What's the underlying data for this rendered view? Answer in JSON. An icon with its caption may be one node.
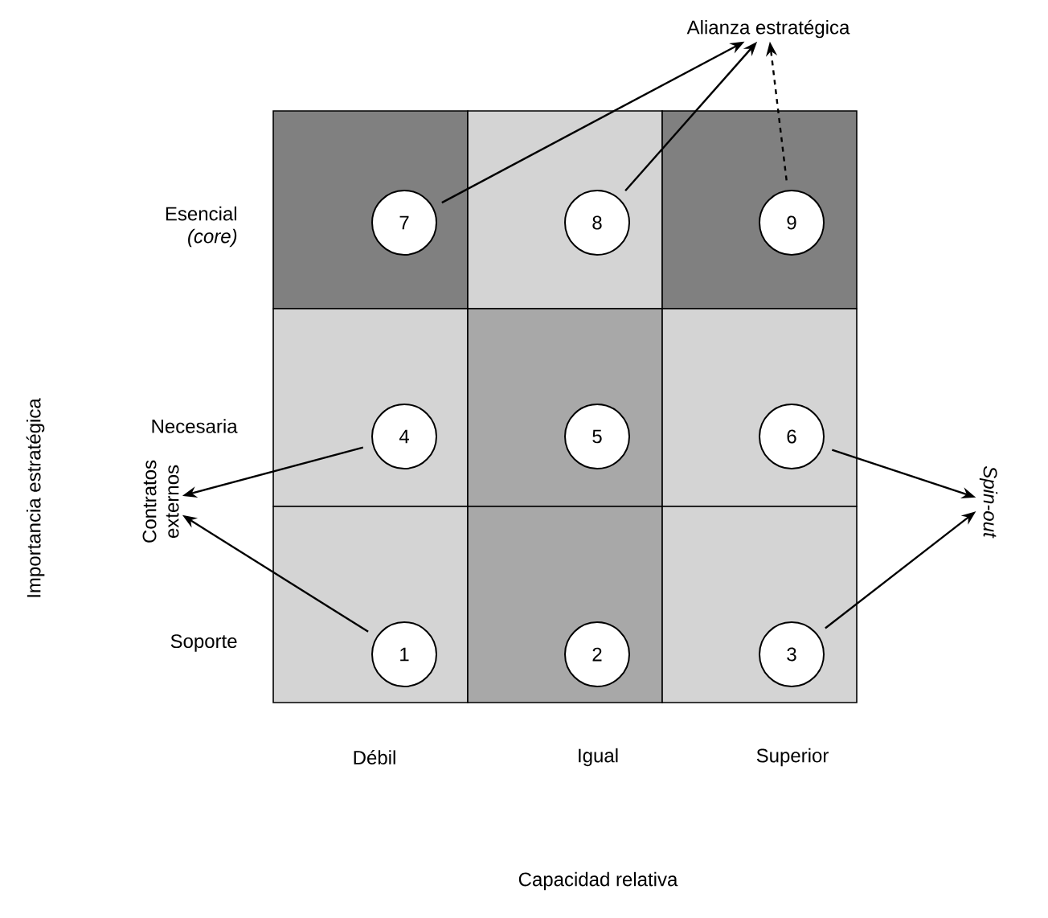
{
  "diagram": {
    "nodes": [
      {
        "text": [],
        "shape": "box"
      },
      {
        "text": [],
        "shape": "box"
      },
      {
        "text": [],
        "shape": "box"
      },
      {
        "text": [],
        "shape": "box"
      },
      {
        "text": [],
        "shape": "box"
      },
      {
        "text": [],
        "shape": "box"
      },
      {
        "text": [],
        "shape": "box"
      },
      {
        "text": [],
        "shape": "box"
      },
      {
        "text": [],
        "shape": "box"
      },
      {
        "text": [
          "7"
        ],
        "in": 0
      },
      {
        "text": [
          "8"
        ],
        "in": 1
      },
      {
        "text": [
          "9"
        ],
        "in": 2
      },
      {
        "text": [
          "4"
        ],
        "in": 3
      },
      {
        "text": [
          "5"
        ],
        "in": 4
      },
      {
        "text": [
          "6"
        ],
        "in": 5
      },
      {
        "text": [
          "1"
        ],
        "in": 6
      },
      {
        "text": [
          "2"
        ],
        "in": 7
      },
      {
        "text": [
          "3"
        ],
        "in": 8
      },
      {
        "text": [
          "Alianza estratégica"
        ]
      },
      {
        "text": [
          "Contratos externos"
        ]
      },
      {
        "text": [
          "Spin-out"
        ]
      }
    ],
    "edges": [
      {
        "from": 9,
        "to": 18,
        "arrow": "to"
      },
      {
        "from": 10,
        "to": 18,
        "arrow": "to"
      },
      {
        "from": 11,
        "to": 18,
        "arrow": "to",
        "style": "dashed"
      },
      {
        "from": 12,
        "to": 19,
        "arrow": "to"
      },
      {
        "from": 15,
        "to": 19,
        "arrow": "to"
      },
      {
        "from": 14,
        "to": 20,
        "arrow": "to"
      },
      {
        "from": 17,
        "to": 20,
        "arrow": "to"
      }
    ],
    "labels": [
      "Esencial *(core)*",
      "Necesaria",
      "Importancia estratégica",
      "Soporte",
      "Débil",
      "Igual",
      "Superior",
      "Capacidad relativa"
    ]
  }
}
